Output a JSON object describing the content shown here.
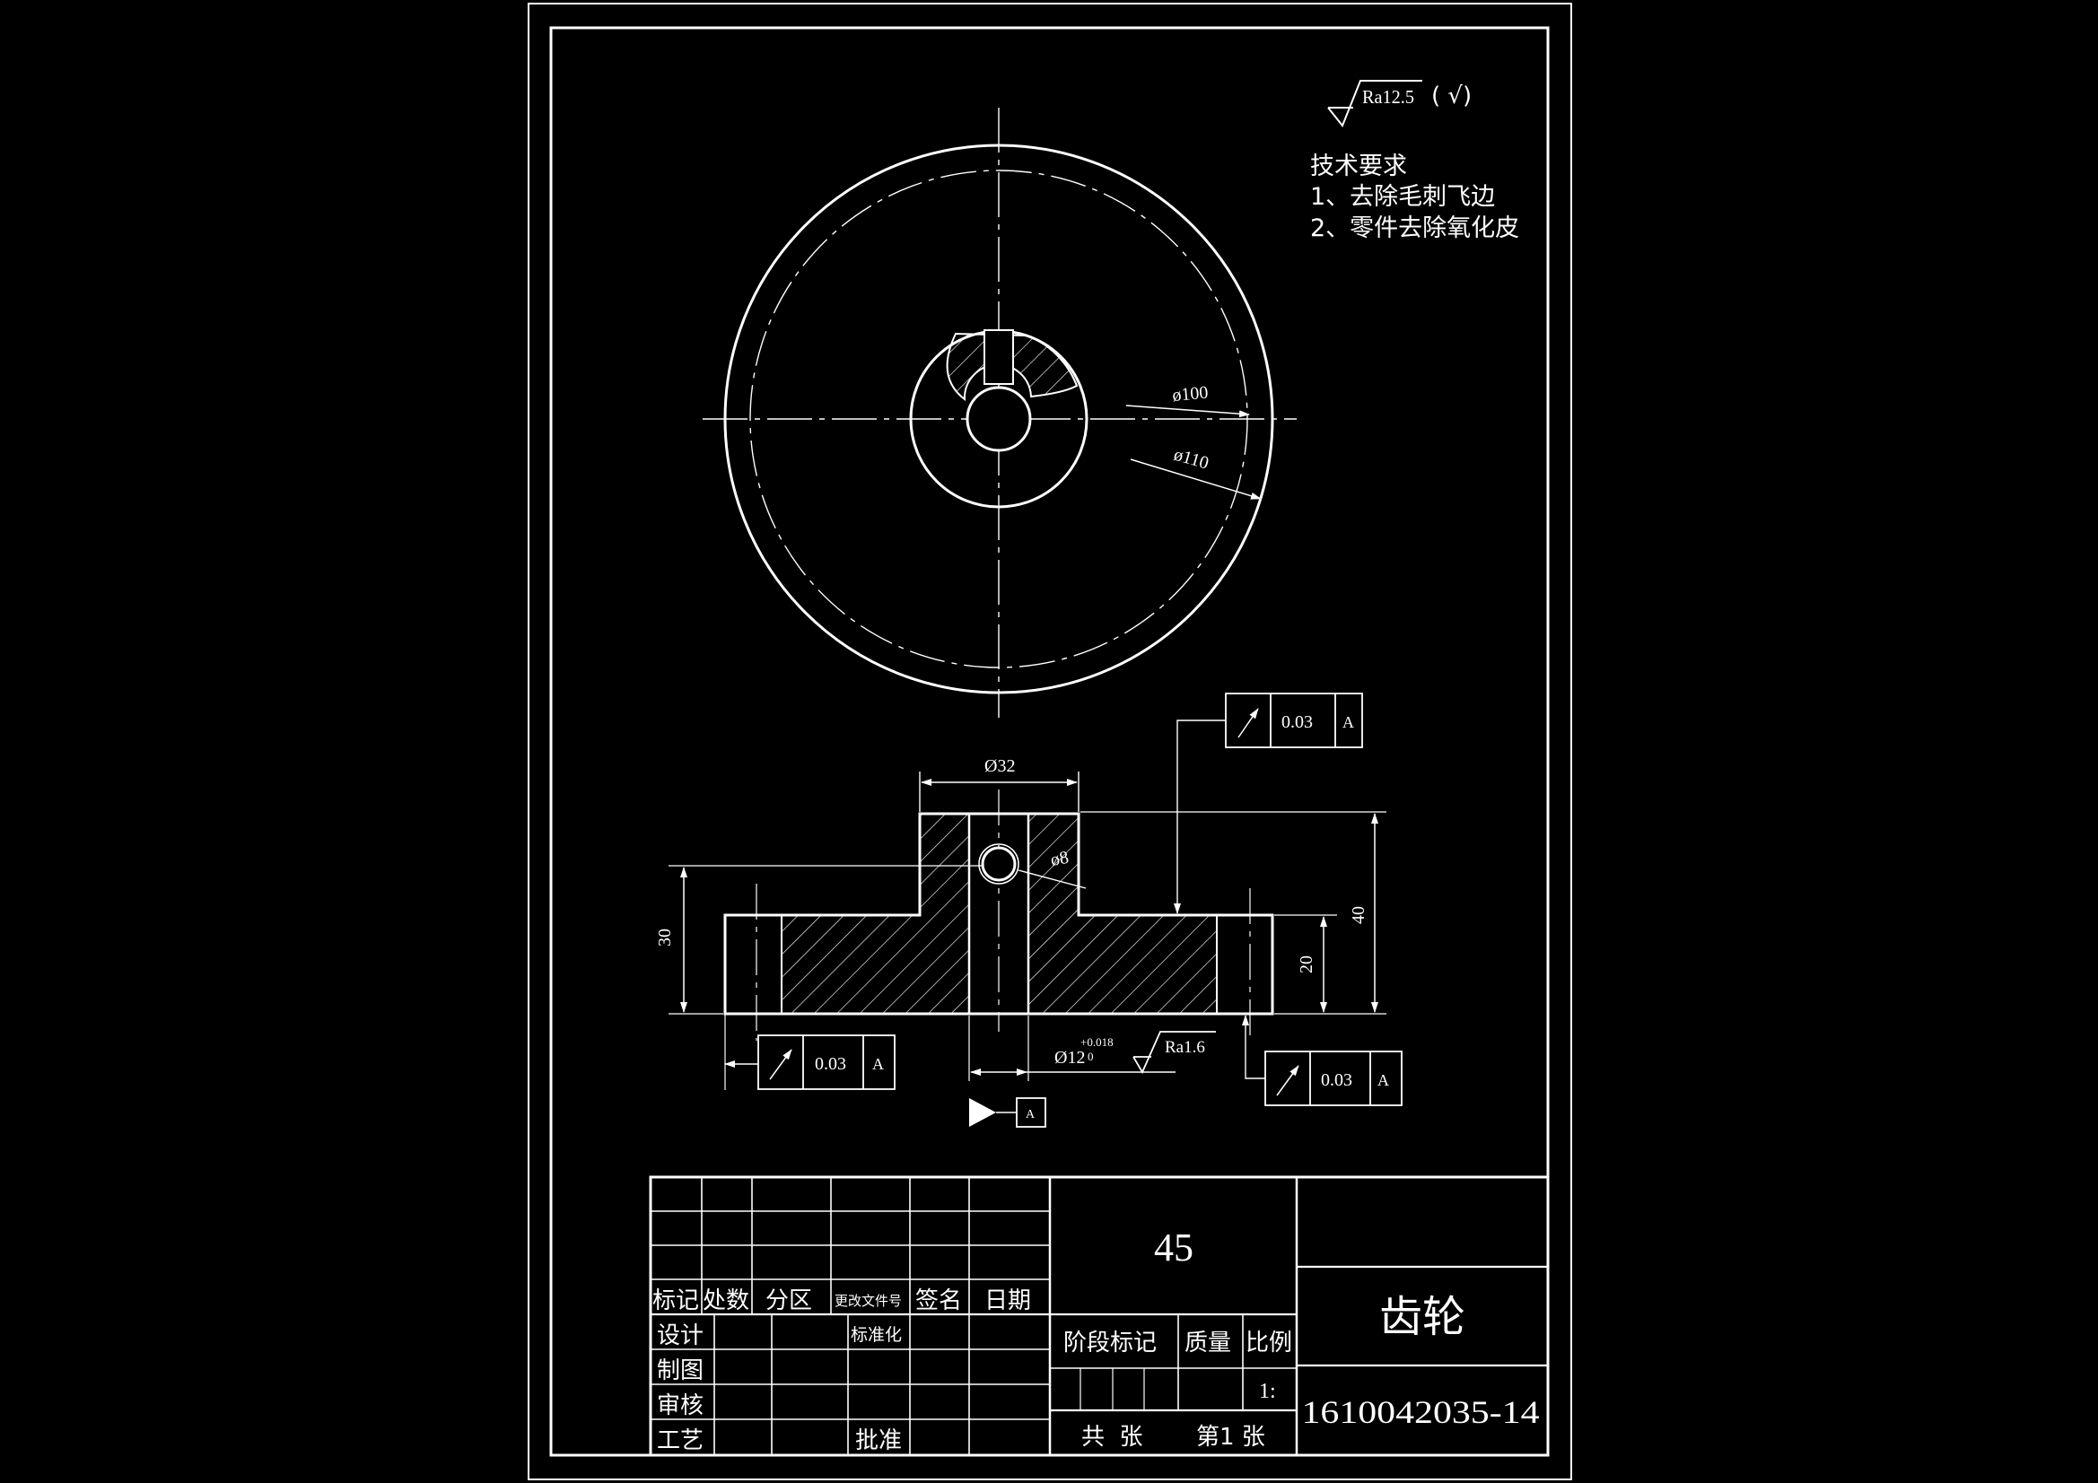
{
  "surface_finish": {
    "symbol": "Ra12.5",
    "note": "( √)"
  },
  "tech_requirements": {
    "title": "技术要求",
    "items": [
      "1、去除毛刺飞边",
      "2、零件去除氧化皮"
    ]
  },
  "top_view": {
    "dim_d100": "ø100",
    "dim_d110": "ø110"
  },
  "section_view": {
    "dim_d32": "Ø32",
    "dim_d8": "ø8",
    "dim_30": "30",
    "dim_40": "40",
    "dim_20": "20",
    "dim_d12": "Ø12",
    "dim_d12_tol_upper": "+0.018",
    "dim_d12_tol_lower": "0",
    "roughness": "Ra1.6",
    "gtol_top": {
      "value": "0.03",
      "datum": "A"
    },
    "gtol_left": {
      "value": "0.03",
      "datum": "A"
    },
    "gtol_right": {
      "value": "0.03",
      "datum": "A"
    },
    "datum_label": "A"
  },
  "title_block": {
    "material": "45",
    "part_name": "齿轮",
    "drawing_no": "1610042035-14",
    "headers": {
      "mark": "标记",
      "count": "处数",
      "zone": "分区",
      "doc_no": "更改文件号",
      "sign": "签名",
      "date": "日期"
    },
    "rows": {
      "design": "设计",
      "drawing": "制图",
      "review": "审核",
      "process": "工艺",
      "standardize": "标准化",
      "approve": "批准"
    },
    "stage_mark": "阶段标记",
    "weight": "质量",
    "scale_label": "比例",
    "scale_value": "1:",
    "total_sheets": "共  张",
    "sheet_no": "第1 张"
  }
}
